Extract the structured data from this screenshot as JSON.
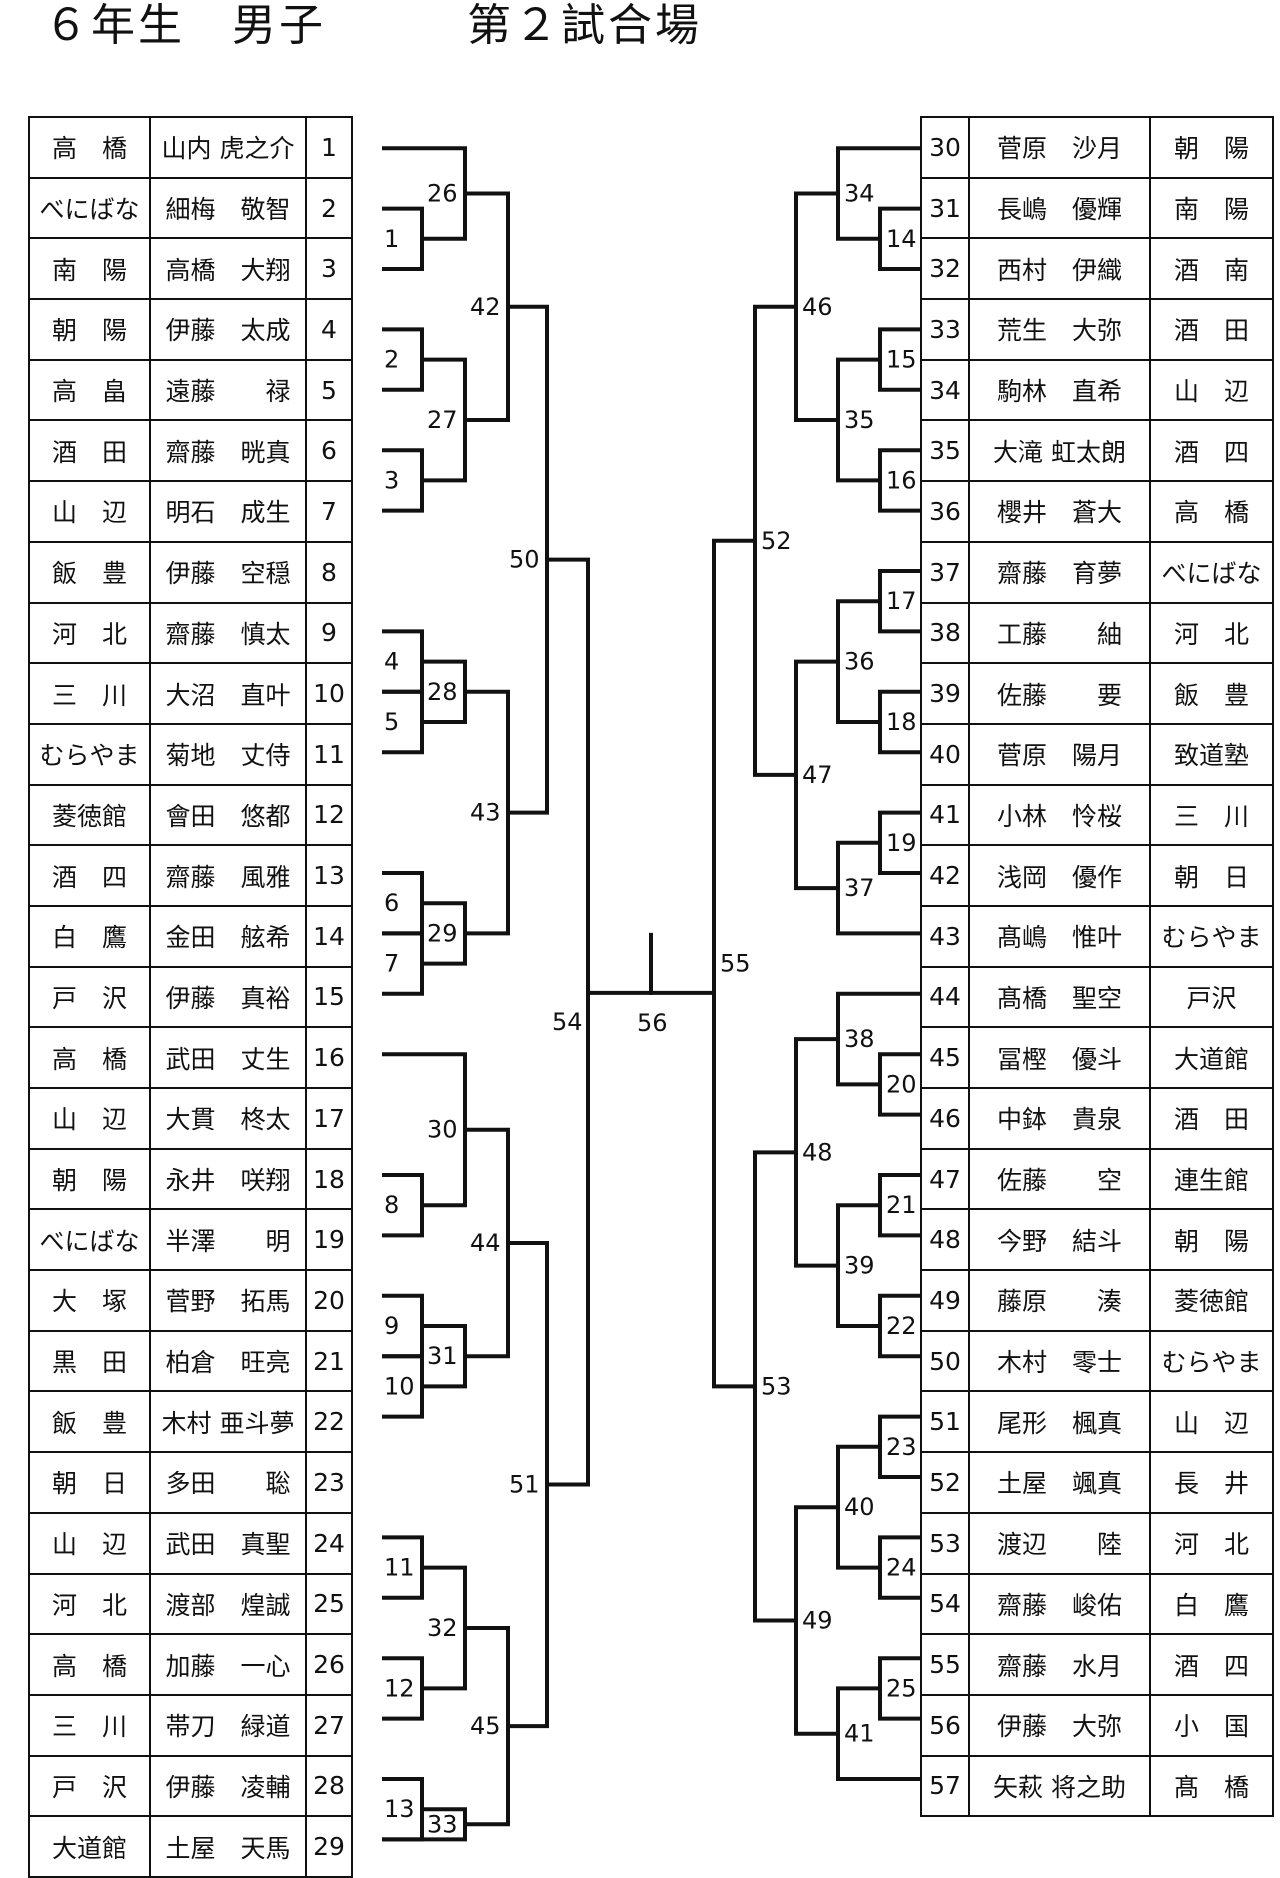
{
  "title": "６年生　男子　　　第２試合場",
  "left_entries": [
    {
      "no": "1",
      "name": "山内 虎之介",
      "school": "高　橋"
    },
    {
      "no": "2",
      "name": "細梅　敬智",
      "school": "べにばな"
    },
    {
      "no": "3",
      "name": "高橋　大翔",
      "school": "南　陽"
    },
    {
      "no": "4",
      "name": "伊藤　太成",
      "school": "朝　陽"
    },
    {
      "no": "5",
      "name": "遠藤　　禄",
      "school": "高　畠"
    },
    {
      "no": "6",
      "name": "齋藤　晄真",
      "school": "酒　田"
    },
    {
      "no": "7",
      "name": "明石　成生",
      "school": "山　辺"
    },
    {
      "no": "8",
      "name": "伊藤　空穏",
      "school": "飯　豊"
    },
    {
      "no": "9",
      "name": "齋藤　慎太",
      "school": "河　北"
    },
    {
      "no": "10",
      "name": "大沼　直叶",
      "school": "三　川"
    },
    {
      "no": "11",
      "name": "菊地　丈侍",
      "school": "むらやま"
    },
    {
      "no": "12",
      "name": "會田　悠都",
      "school": "菱徳館"
    },
    {
      "no": "13",
      "name": "齋藤　風雅",
      "school": "酒　四"
    },
    {
      "no": "14",
      "name": "金田　舷希",
      "school": "白　鷹"
    },
    {
      "no": "15",
      "name": "伊藤　真裕",
      "school": "戸　沢"
    },
    {
      "no": "16",
      "name": "武田　丈生",
      "school": "高　橋"
    },
    {
      "no": "17",
      "name": "大貫　柊太",
      "school": "山　辺"
    },
    {
      "no": "18",
      "name": "永井　咲翔",
      "school": "朝　陽"
    },
    {
      "no": "19",
      "name": "半澤　　明",
      "school": "べにばな"
    },
    {
      "no": "20",
      "name": "菅野　拓馬",
      "school": "大　塚"
    },
    {
      "no": "21",
      "name": "柏倉　旺亮",
      "school": "黒　田"
    },
    {
      "no": "22",
      "name": "木村 亜斗夢",
      "school": "飯　豊"
    },
    {
      "no": "23",
      "name": "多田　　聡",
      "school": "朝　日"
    },
    {
      "no": "24",
      "name": "武田　真聖",
      "school": "山　辺"
    },
    {
      "no": "25",
      "name": "渡部　煌誠",
      "school": "河　北"
    },
    {
      "no": "26",
      "name": "加藤　一心",
      "school": "高　橋"
    },
    {
      "no": "27",
      "name": "帯刀　緑道",
      "school": "三　川"
    },
    {
      "no": "28",
      "name": "伊藤　凌輔",
      "school": "戸　沢"
    },
    {
      "no": "29",
      "name": "土屋　天馬",
      "school": "大道館"
    }
  ],
  "right_entries": [
    {
      "no": "30",
      "name": "菅原　沙月",
      "school": "朝　陽"
    },
    {
      "no": "31",
      "name": "長嶋　優輝",
      "school": "南　陽"
    },
    {
      "no": "32",
      "name": "西村　伊織",
      "school": "酒　南"
    },
    {
      "no": "33",
      "name": "荒生　大弥",
      "school": "酒　田"
    },
    {
      "no": "34",
      "name": "駒林　直希",
      "school": "山　辺"
    },
    {
      "no": "35",
      "name": "大滝 虹太朗",
      "school": "酒　四"
    },
    {
      "no": "36",
      "name": "櫻井　蒼大",
      "school": "高　橋"
    },
    {
      "no": "37",
      "name": "齋藤　育夢",
      "school": "べにばな"
    },
    {
      "no": "38",
      "name": "工藤　　紬",
      "school": "河　北"
    },
    {
      "no": "39",
      "name": "佐藤　　要",
      "school": "飯　豊"
    },
    {
      "no": "40",
      "name": "菅原　陽月",
      "school": "致道塾"
    },
    {
      "no": "41",
      "name": "小林　怜桜",
      "school": "三　川"
    },
    {
      "no": "42",
      "name": "浅岡　優作",
      "school": "朝　日"
    },
    {
      "no": "43",
      "name": "髙嶋　惟叶",
      "school": "むらやま"
    },
    {
      "no": "44",
      "name": "髙橋　聖空",
      "school": "戸沢"
    },
    {
      "no": "45",
      "name": "冨樫　優斗",
      "school": "大道館"
    },
    {
      "no": "46",
      "name": "中鉢　貴泉",
      "school": "酒　田"
    },
    {
      "no": "47",
      "name": "佐藤　　空",
      "school": "連生館"
    },
    {
      "no": "48",
      "name": "今野　結斗",
      "school": "朝　陽"
    },
    {
      "no": "49",
      "name": "藤原　　湊",
      "school": "菱徳館"
    },
    {
      "no": "50",
      "name": "木村　零士",
      "school": "むらやま"
    },
    {
      "no": "51",
      "name": "尾形　楓真",
      "school": "山　辺"
    },
    {
      "no": "52",
      "name": "土屋　颯真",
      "school": "長　井"
    },
    {
      "no": "53",
      "name": "渡辺　　陸",
      "school": "河　北"
    },
    {
      "no": "54",
      "name": "齋藤　峻佑",
      "school": "白　鷹"
    },
    {
      "no": "55",
      "name": "齋藤　水月",
      "school": "酒　四"
    },
    {
      "no": "56",
      "name": "伊藤　大弥",
      "school": "小　国"
    },
    {
      "no": "57",
      "name": "矢萩 将之助",
      "school": "髙　橋"
    }
  ],
  "matches": {
    "left_r1": [
      "1",
      "2",
      "3",
      "4",
      "5",
      "6",
      "7",
      "8",
      "9",
      "10",
      "11",
      "12",
      "13"
    ],
    "left_r2": [
      "26",
      "27",
      "28",
      "29",
      "30",
      "31",
      "32",
      "33"
    ],
    "left_r3": [
      "42",
      "43",
      "44",
      "45"
    ],
    "left_r4": [
      "50",
      "51"
    ],
    "left_r5": "54",
    "right_r1": [
      "14",
      "15",
      "16",
      "17",
      "18",
      "19",
      "20",
      "21",
      "22",
      "23",
      "24",
      "25"
    ],
    "right_r2": [
      "34",
      "35",
      "36",
      "37",
      "38",
      "39",
      "40",
      "41"
    ],
    "right_r3": [
      "46",
      "47",
      "48",
      "49"
    ],
    "right_r4": [
      "52",
      "53"
    ],
    "right_r5": "55",
    "final": "56"
  }
}
